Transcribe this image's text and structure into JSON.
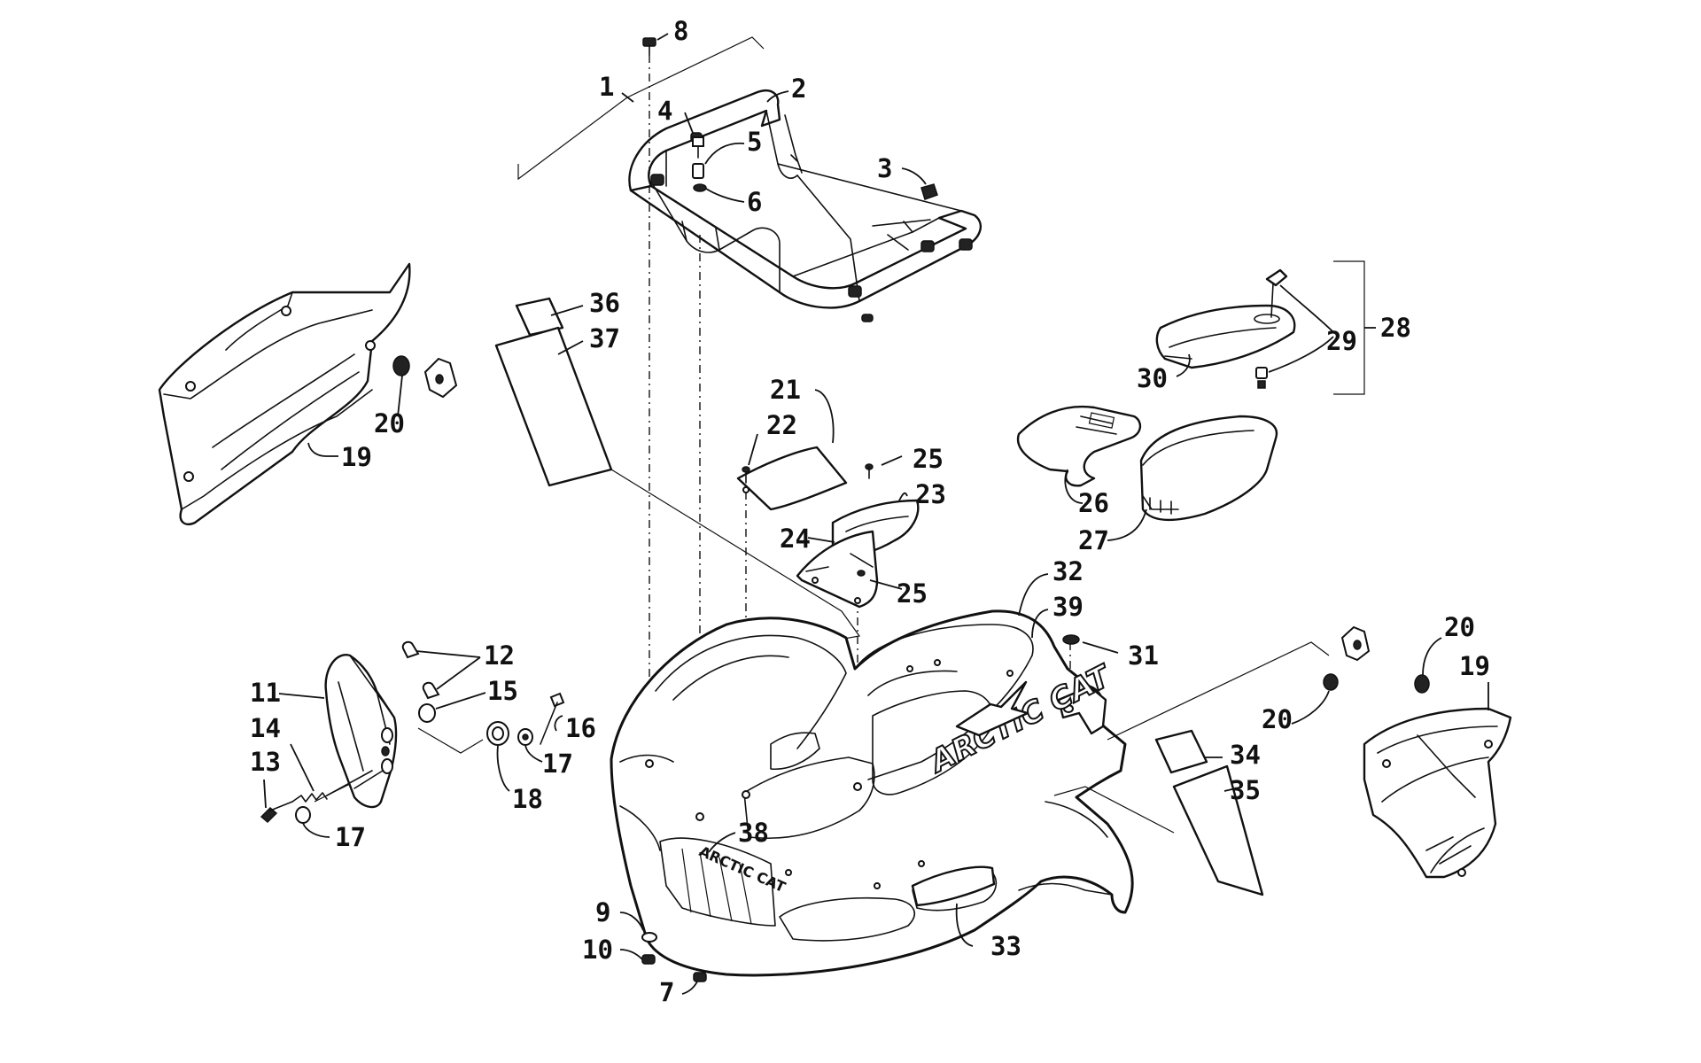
{
  "callouts": [
    "1",
    "2",
    "3",
    "4",
    "5",
    "6",
    "7",
    "8",
    "9",
    "10",
    "11",
    "12",
    "13",
    "14",
    "15",
    "16",
    "17",
    "18",
    "19",
    "20",
    "21",
    "22",
    "23",
    "24",
    "25",
    "26",
    "27",
    "28",
    "29",
    "30",
    "31",
    "32",
    "33",
    "34",
    "35",
    "36",
    "37",
    "38",
    "39"
  ],
  "logo": {
    "hood_decal": "ARCTIC CAT",
    "grille_badge": "ARCTIC CAT"
  }
}
